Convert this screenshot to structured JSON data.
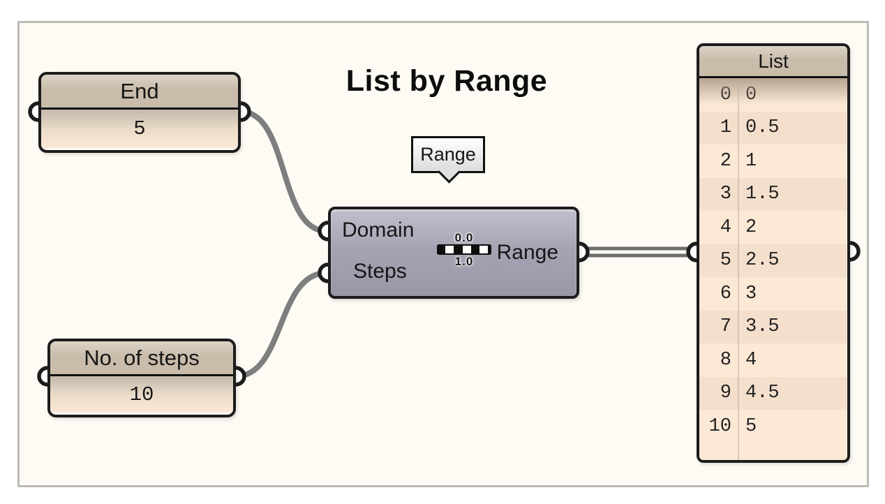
{
  "title": "List by Range",
  "tooltip": {
    "label": "Range"
  },
  "nodes": {
    "end_panel": {
      "title": "End",
      "value": "5"
    },
    "steps_panel": {
      "title": "No. of steps",
      "value": "10"
    },
    "range_component": {
      "inputs": [
        "Domain",
        "Steps"
      ],
      "output": "Range",
      "icon": {
        "name": "range-icon",
        "top": "0.0",
        "bottom": "1.0"
      }
    },
    "list_panel": {
      "title": "List",
      "rows": [
        {
          "index": "0",
          "value": "0"
        },
        {
          "index": "1",
          "value": "0.5"
        },
        {
          "index": "2",
          "value": "1"
        },
        {
          "index": "3",
          "value": "1.5"
        },
        {
          "index": "4",
          "value": "2"
        },
        {
          "index": "5",
          "value": "2.5"
        },
        {
          "index": "6",
          "value": "3"
        },
        {
          "index": "7",
          "value": "3.5"
        },
        {
          "index": "8",
          "value": "4"
        },
        {
          "index": "9",
          "value": "4.5"
        },
        {
          "index": "10",
          "value": "5"
        }
      ]
    }
  },
  "colors": {
    "canvas_bg": "#fdfbf4",
    "frame_border": "#bcbbb5",
    "node_border": "#1c1c1c",
    "panel_header": "#c9bcab",
    "panel_cream": "#fbe9d6",
    "stripe_dark": "#f4dfcc",
    "comp_top": "#c1bfcd",
    "comp_bottom": "#9996a7",
    "wire": "#7e7e7e",
    "wire_double": "#6e6e6e"
  }
}
